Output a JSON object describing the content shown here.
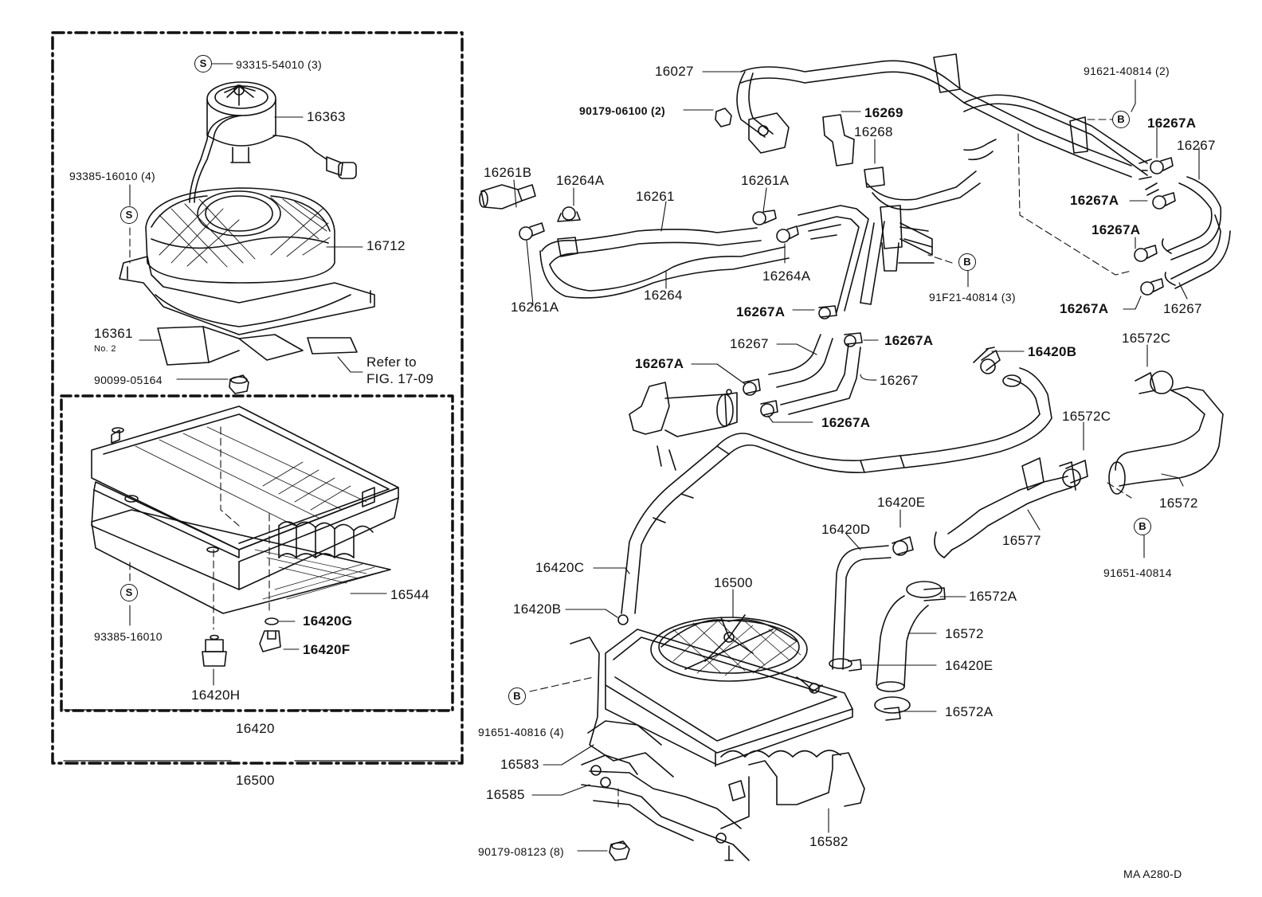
{
  "diagram_code": "MA  A280-D",
  "refer_note": {
    "line1": "Refer to",
    "line2": "FIG. 17-09"
  },
  "symbols": {
    "s": "S",
    "b": "B"
  },
  "left_group": {
    "frame_label": "16500",
    "inner_frame_label": "16420",
    "labels": {
      "screw_top": "93315-54010 (3)",
      "motor": "16363",
      "screw_side": "93385-16010 (4)",
      "shroud": "16712",
      "fan": "16361",
      "fan_sub": "No. 2",
      "nut": "90099-05164",
      "screen": "16544",
      "oring": "16420G",
      "drain_plug": "16420F",
      "screw_bottom": "93385-16010",
      "cushion": "16420H"
    }
  },
  "right_group": {
    "labels": {
      "pipe_upper": "16027",
      "nut_upper": "90179-06100 (2)",
      "bracket_16269": "16269",
      "bracket_16268": "16268",
      "clamp_top_right": "91621-40814 (2)",
      "hose_16267A_1": "16267A",
      "hose_16267_1": "16267",
      "clamp_16267A_2": "16267A",
      "clamp_16267A_3": "16267A",
      "clamp_16267A_4": "16267A",
      "hose_16267_2": "16267",
      "hose_16261B": "16261B",
      "clamp_16264A": "16264A",
      "hose_16261": "16261",
      "clamp_16261A_top": "16261A",
      "clamp_16264A_2": "16264A",
      "hose_16264": "16264",
      "clamp_16261A_bot": "16261A",
      "bolt_mid": "91F21-40814 (3)",
      "clamp_16267A_5": "16267A",
      "clamp_16267A_6": "16267A",
      "hose_16267_3": "16267",
      "clamp_16267A_7": "16267A",
      "hose_16267_4": "16267",
      "clamp_16267A_8": "16267A",
      "clamp_16420B_top": "16420B",
      "clamp_16572C_1": "16572C",
      "clamp_16572C_2": "16572C",
      "hose_16572_1": "16572",
      "pipe_16577": "16577",
      "bolt_right": "91651-40814",
      "clamp_16420E_top": "16420E",
      "hose_16420D": "16420D",
      "hose_16420C": "16420C",
      "sub_radiator": "16500",
      "clamp_16420B_bot": "16420B",
      "clamp_16572A_1": "16572A",
      "hose_16572_2": "16572",
      "clamp_16420E_bot": "16420E",
      "clamp_16572A_2": "16572A",
      "bolt_left": "91651-40816 (4)",
      "bracket_16583": "16583",
      "bracket_16585": "16585",
      "bracket_16582": "16582",
      "nut_bottom": "90179-08123 (8)"
    }
  }
}
